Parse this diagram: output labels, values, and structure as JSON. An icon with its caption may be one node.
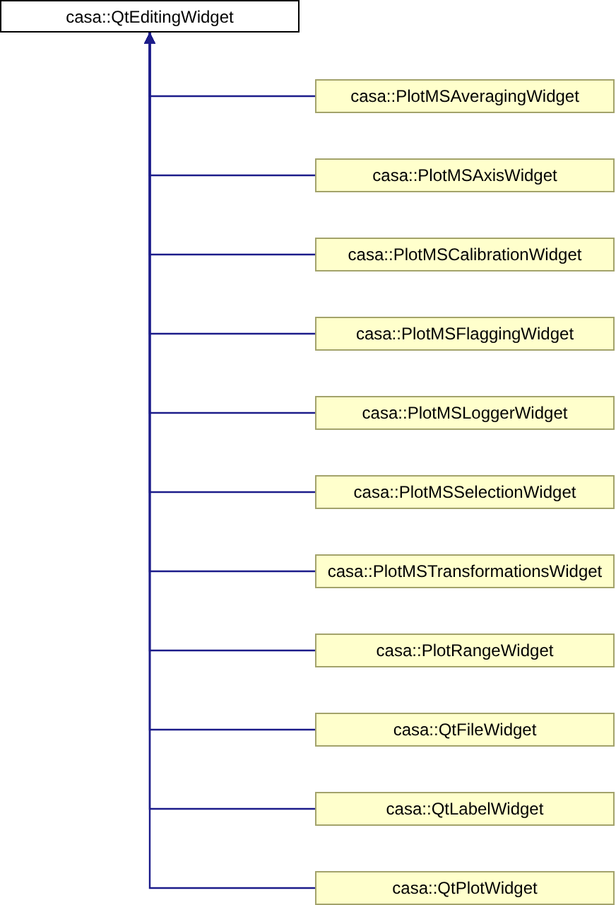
{
  "diagram": {
    "nodes": [
      {
        "text": [
          "casa::QtEditingWidget"
        ]
      },
      {
        "text": [
          "casa::PlotMSAveragingWidget"
        ]
      },
      {
        "text": [
          "casa::PlotMSAxisWidget"
        ]
      },
      {
        "text": [
          "casa::PlotMSCalibrationWidget"
        ]
      },
      {
        "text": [
          "casa::PlotMSFlaggingWidget"
        ]
      },
      {
        "text": [
          "casa::PlotMSLoggerWidget"
        ]
      },
      {
        "text": [
          "casa::PlotMSSelectionWidget"
        ]
      },
      {
        "text": [
          "casa::PlotMSTransformationsWidget"
        ]
      },
      {
        "text": [
          "casa::PlotRangeWidget"
        ]
      },
      {
        "text": [
          "casa::QtFileWidget"
        ]
      },
      {
        "text": [
          "casa::QtLabelWidget"
        ]
      },
      {
        "text": [
          "casa::QtPlotWidget"
        ]
      }
    ],
    "edges": [
      {
        "from": 1,
        "to": 0,
        "arrow": "to"
      },
      {
        "from": 2,
        "to": 0,
        "arrow": "to"
      },
      {
        "from": 3,
        "to": 0,
        "arrow": "to"
      },
      {
        "from": 4,
        "to": 0,
        "arrow": "to"
      },
      {
        "from": 5,
        "to": 0,
        "arrow": "to"
      },
      {
        "from": 6,
        "to": 0,
        "arrow": "to"
      },
      {
        "from": 7,
        "to": 0,
        "arrow": "to"
      },
      {
        "from": 8,
        "to": 0,
        "arrow": "to"
      },
      {
        "from": 9,
        "to": 0,
        "arrow": "to"
      },
      {
        "from": 10,
        "to": 0,
        "arrow": "to"
      },
      {
        "from": 11,
        "to": 0,
        "arrow": "to"
      }
    ]
  }
}
